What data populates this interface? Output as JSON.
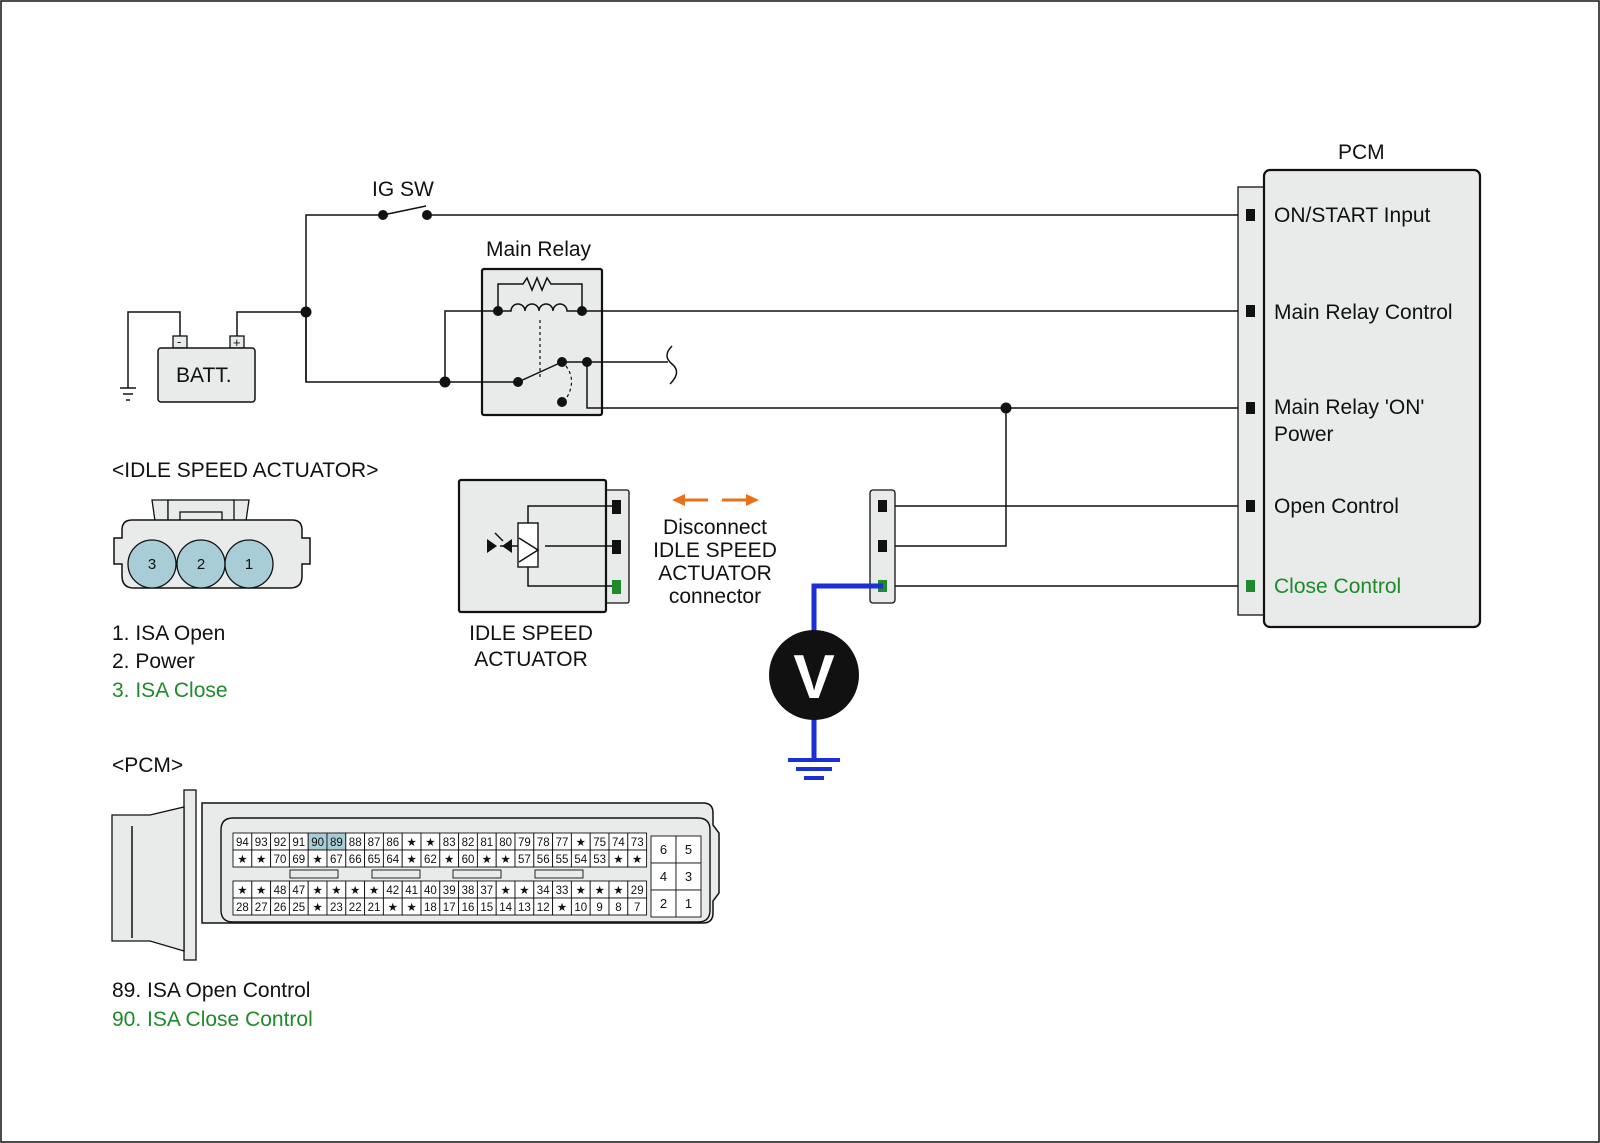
{
  "colors": {
    "accent_green": "#1e8a2a",
    "meter_wire_blue": "#1b2fd6",
    "disconnect_arrow_orange": "#e8701a",
    "component_fill": "#e8ebea",
    "pin_highlight": "#a8cdd6"
  },
  "labels": {
    "ig_sw": "IG SW",
    "main_relay": "Main Relay",
    "batt": "BATT.",
    "batt_minus": "-",
    "batt_plus": "+",
    "pcm": "PCM",
    "pcm_on_start": "ON/START Input",
    "pcm_main_relay_control": "Main Relay Control",
    "pcm_main_relay_on_1": "Main Relay 'ON'",
    "pcm_main_relay_on_2": "Power",
    "pcm_open_control": "Open Control",
    "pcm_close_control": "Close Control",
    "isa_section_title": "<IDLE SPEED ACTUATOR>",
    "isa_component_1": "IDLE SPEED",
    "isa_component_2": "ACTUATOR",
    "disconnect_1": "Disconnect",
    "disconnect_2": "IDLE SPEED",
    "disconnect_3": "ACTUATOR",
    "disconnect_4": "connector",
    "voltmeter": "V",
    "isa_pin_list": [
      "1. ISA Open",
      "2. Power",
      "3. ISA Close"
    ],
    "isa_connector_pins": [
      "3",
      "2",
      "1"
    ],
    "pcm_section_title": "<PCM>",
    "pcm_pin_list": [
      "89. ISA Open Control",
      "90. ISA Close Control"
    ]
  },
  "pcm_connector": {
    "block_a_row1": [
      "94",
      "93",
      "92",
      "91",
      "90",
      "89",
      "88",
      "87",
      "86",
      "★",
      "★",
      "83",
      "82",
      "81",
      "80",
      "79",
      "78",
      "77",
      "★",
      "75",
      "74",
      "73"
    ],
    "block_a_row2": [
      "★",
      "★",
      "70",
      "69",
      "★",
      "67",
      "66",
      "65",
      "64",
      "★",
      "62",
      "★",
      "60",
      "★",
      "★",
      "57",
      "56",
      "55",
      "54",
      "53",
      "★",
      "★"
    ],
    "block_b_row1": [
      "★",
      "★",
      "48",
      "47",
      "★",
      "★",
      "★",
      "★",
      "42",
      "41",
      "40",
      "39",
      "38",
      "37",
      "★",
      "★",
      "34",
      "33",
      "★",
      "★",
      "★",
      "29"
    ],
    "block_b_row2": [
      "28",
      "27",
      "26",
      "25",
      "★",
      "23",
      "22",
      "21",
      "★",
      "★",
      "18",
      "17",
      "16",
      "15",
      "14",
      "13",
      "12",
      "★",
      "10",
      "9",
      "8",
      "7"
    ],
    "small_block": [
      [
        "6",
        "5"
      ],
      [
        "4",
        "3"
      ],
      [
        "2",
        "1"
      ]
    ],
    "highlighted_pins": [
      "90",
      "89"
    ]
  }
}
